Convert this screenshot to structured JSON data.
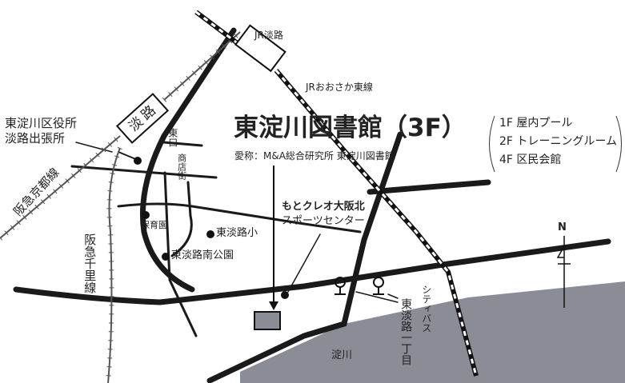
{
  "title": "東淀川図書館（3F）",
  "nickname": "愛称：M&A総合研究所 東淀川図書館",
  "floors": [
    "1F 屋内プール",
    "2F トレーニングルーム",
    "4F 区民会館"
  ],
  "stations": {
    "jr_awaji": "JR淡路",
    "jr_line": "JRおおさか東線",
    "hankyu_awaji": "淡路",
    "east_exit": "東口"
  },
  "railways": {
    "hankyu_kyoto": "阪急京都線",
    "hankyu_senri": "阪急千里線"
  },
  "places": {
    "ward_office": "東淀川区役所",
    "ward_office_2": "淡路出張所",
    "shopping_street": "商店街",
    "nursery": "保育園",
    "school": "東淡路小",
    "park": "東淡路南公園",
    "former_center_1": "もとクレオ大阪北",
    "former_center_2": "スポーツセンター",
    "bus_label": "シティバス",
    "bus_stop": "東淡路一丁目",
    "river": "淀川"
  },
  "compass": "N",
  "colors": {
    "river": "#8b8d96",
    "building": "#8b8d96",
    "ink": "#1a1a1a"
  }
}
